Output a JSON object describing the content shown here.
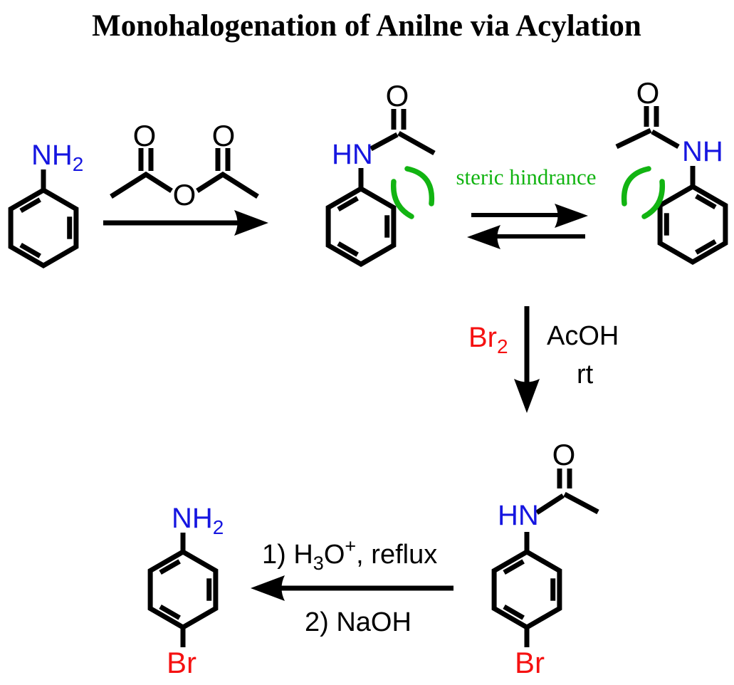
{
  "title": "Monohalogenation of Anilne via Acylation",
  "colors": {
    "nitrogen_blue": "#1616e0",
    "halogen_red": "#f51111",
    "hindrance_green": "#12b412",
    "bond_black": "#000000"
  },
  "molecules": {
    "aniline": {
      "amine": {
        "main": "NH",
        "sub": "2"
      }
    },
    "acetic_anhydride": {
      "carbonyl_o_left": "O",
      "ester_o": "O",
      "carbonyl_o_right": "O"
    },
    "acetanilide": {
      "amide": "HN",
      "carbonyl_o": "O"
    },
    "acetanilide_rotamer": {
      "carbonyl_o": "O",
      "amide": "NH"
    },
    "para_bromoacetanilide": {
      "carbonyl_o": "O",
      "amide": "HN",
      "bromo": "Br"
    },
    "para_bromoaniline": {
      "amine": {
        "main": "NH",
        "sub": "2"
      },
      "bromo": "Br"
    }
  },
  "annotations": {
    "steric_hindrance": "steric hindrance"
  },
  "reactions": {
    "bromination": {
      "reagent": {
        "main": "Br",
        "sub": "2"
      },
      "solvent": "AcOH",
      "temperature": "rt"
    },
    "hydrolysis": {
      "step1": {
        "p1": "1) H",
        "sub": "3",
        "p2": "O",
        "sup": "+",
        "p3": ", reflux"
      },
      "step2": "2) NaOH"
    }
  }
}
